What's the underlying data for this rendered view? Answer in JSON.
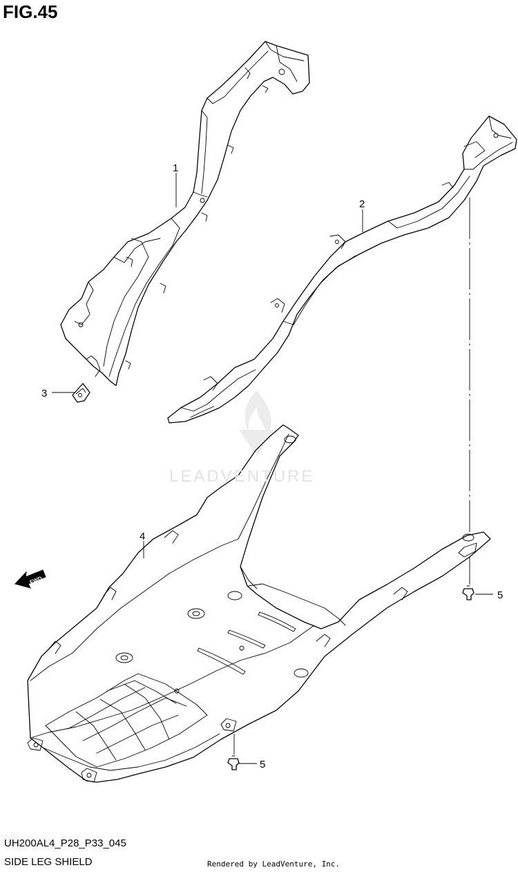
{
  "figure": {
    "title": "FIG.45",
    "code": "UH200AL4_P28_P33_045",
    "subtitle": "SIDE LEG SHIELD",
    "rendered_by": "Rendered by LeadVenture, Inc."
  },
  "watermark": {
    "text": "LEADVENTURE"
  },
  "fwd_arrow": {
    "label": "FWD"
  },
  "callouts": [
    {
      "number": "1",
      "part": "side leg shield (upper left)"
    },
    {
      "number": "2",
      "part": "side leg shield (upper right)"
    },
    {
      "number": "3",
      "part": "clip"
    },
    {
      "number": "4",
      "part": "floor / lower leg shield"
    },
    {
      "number": "5",
      "part": "fastener (right)"
    },
    {
      "number": "5",
      "part": "fastener (bottom)"
    }
  ]
}
